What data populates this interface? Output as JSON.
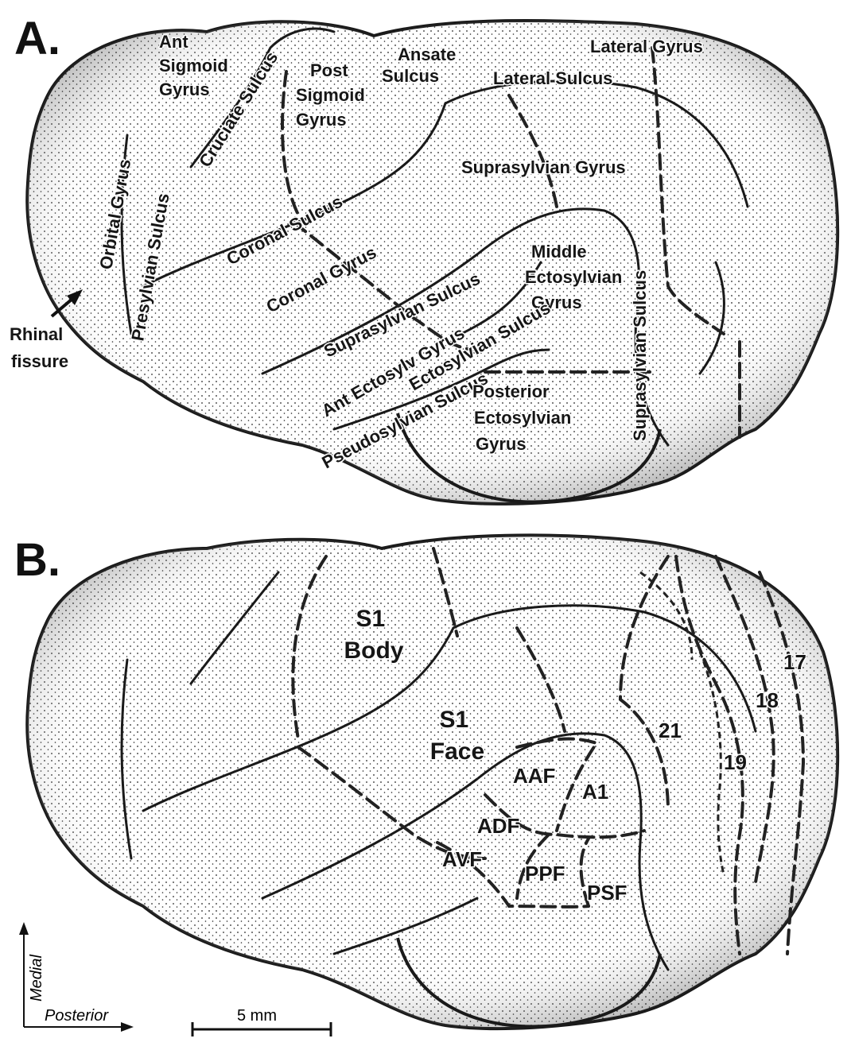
{
  "panels": [
    {
      "letter": "A.",
      "labels": {
        "ant_sigmoid": [
          "Ant",
          "Sigmoid",
          "Gyrus"
        ],
        "post_sigmoid": [
          "Post",
          "Sigmoid",
          "Gyrus"
        ],
        "cruciate_sulcus": "Cruciate Sulcus",
        "ansate_sulcus": [
          "Ansate",
          "Sulcus"
        ],
        "lateral_gyrus": "Lateral Gyrus",
        "lateral_sulcus": "Lateral Sulcus",
        "suprasylvian_gyrus": "Suprasylvian Gyrus",
        "orbital_gyrus": "Orbital Gyrus",
        "presylvian_sulcus": "Presylvian Sulcus",
        "coronal_sulcus": "Coronal Sulcus",
        "coronal_gyrus": "Coronal Gyrus",
        "suprasylvian_sulcus_a": "Suprasylvian Sulcus",
        "middle_ectosylvian": [
          "Middle",
          "Ectosylvian",
          "Gyrus"
        ],
        "suprasylvian_sulcus_b": "Suprasylvian Sulcus",
        "ant_ectosylv_gyrus": "Ant Ectosylv Gyrus",
        "ectosylvian_sulcus": "Ectosylvian Sulcus",
        "pseudosylvian_sulcus": "Pseudosylvian Sulcus",
        "posterior_ectosylvian": [
          "Posterior",
          "Ectosylvian",
          "Gyrus"
        ],
        "rhinal_fissure": [
          "Rhinal",
          "fissure"
        ]
      }
    },
    {
      "letter": "B.",
      "areas": {
        "s1_body": [
          "S1",
          "Body"
        ],
        "s1_face": [
          "S1",
          "Face"
        ],
        "aaf": "AAF",
        "a1": "A1",
        "adf": "ADF",
        "avf": "AVF",
        "ppf": "PPF",
        "psf": "PSF",
        "area_21": "21",
        "area_19": "19",
        "area_18": "18",
        "area_17": "17"
      }
    }
  ],
  "orientation": {
    "vertical": "Medial",
    "horizontal": "Posterior"
  },
  "scale_bar": "5 mm"
}
